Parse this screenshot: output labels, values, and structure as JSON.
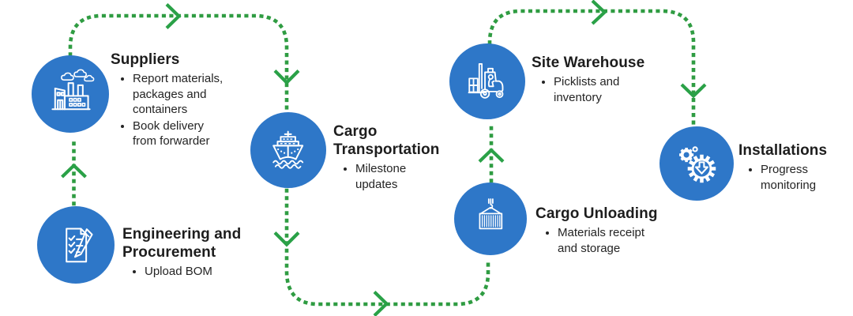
{
  "colors": {
    "node_blue": "#2e77c8",
    "dot_green": "#2f9c42",
    "arrow_green": "#2aa147",
    "heading_text": "#1d1d1d",
    "body_text": "#242424",
    "icon_stroke": "#ffffff",
    "background": "#ffffff"
  },
  "nodes": [
    {
      "id": "engineering",
      "title": "Engineering and Procurement",
      "bullets": [
        "Upload BOM"
      ],
      "icon": "checklist-pencil-icon"
    },
    {
      "id": "suppliers",
      "title": "Suppliers",
      "bullets": [
        "Report materials, packages and containers",
        "Book delivery from forwarder"
      ],
      "icon": "factory-icon"
    },
    {
      "id": "cargo-transportation",
      "title": "Cargo Transportation",
      "bullets": [
        "Milestone updates"
      ],
      "icon": "cargo-ship-icon"
    },
    {
      "id": "cargo-unloading",
      "title": "Cargo Unloading",
      "bullets": [
        "Materials receipt and storage"
      ],
      "icon": "container-crane-icon"
    },
    {
      "id": "site-warehouse",
      "title": "Site Warehouse",
      "bullets": [
        "Picklists and inventory"
      ],
      "icon": "forklift-icon"
    },
    {
      "id": "installations",
      "title": "Installations",
      "bullets": [
        "Progress monitoring"
      ],
      "icon": "gears-arrow-icon"
    }
  ],
  "flow_order": [
    "Engineering and Procurement",
    "Suppliers",
    "Cargo Transportation",
    "Cargo Unloading",
    "Site Warehouse",
    "Installations"
  ],
  "connector_style": "dotted-green-with-chevron-arrowheads"
}
